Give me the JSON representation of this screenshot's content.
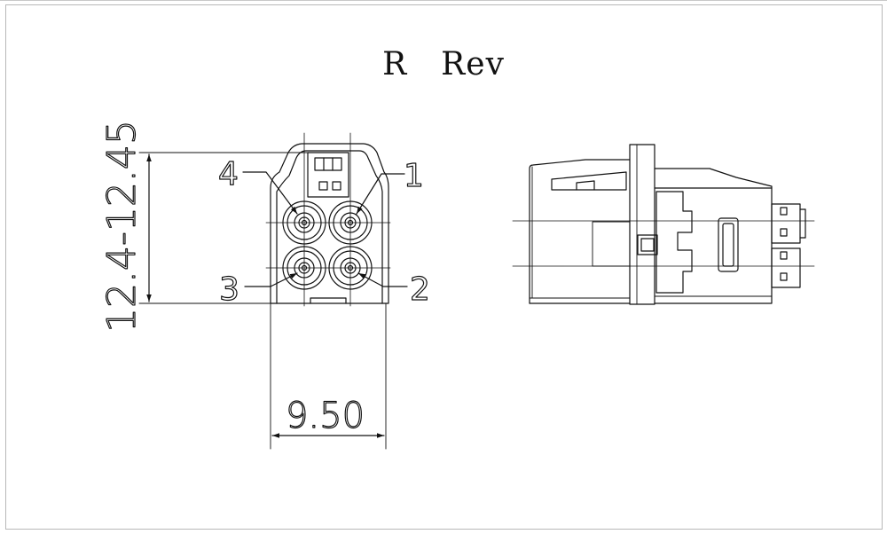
{
  "title": {
    "part": "R",
    "revision": "Rev"
  },
  "dimensions": {
    "height": "12.4-12.45",
    "width": "9.50"
  },
  "pins": [
    "1",
    "2",
    "3",
    "4"
  ],
  "colors": {
    "line": "#111111",
    "border": "#b8b8b8"
  }
}
